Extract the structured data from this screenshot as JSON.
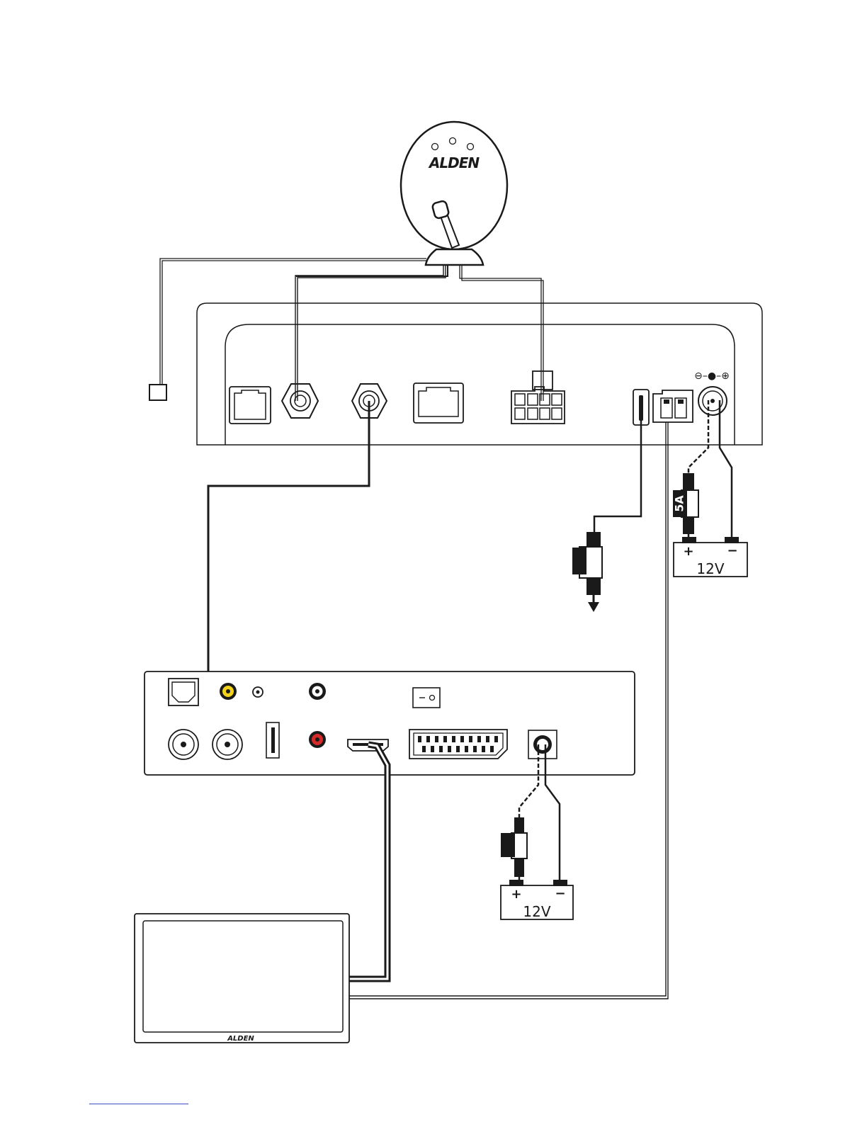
{
  "brand": {
    "dish_logo": "ALDEN",
    "tv_logo": "ALDEN"
  },
  "fuse_label": "5A",
  "battery_top": {
    "plus": "+",
    "minus": "−",
    "voltage": "12V"
  },
  "battery_bottom": {
    "plus": "+",
    "minus": "−",
    "voltage": "12V"
  },
  "power_polarity_symbol": "⊖–●–⊕",
  "colors": {
    "line": "#1a1a1a",
    "rca_yellow": "#f2d21b",
    "rca_red": "#d42a2a",
    "footer_rule": "#3b4fc4"
  }
}
